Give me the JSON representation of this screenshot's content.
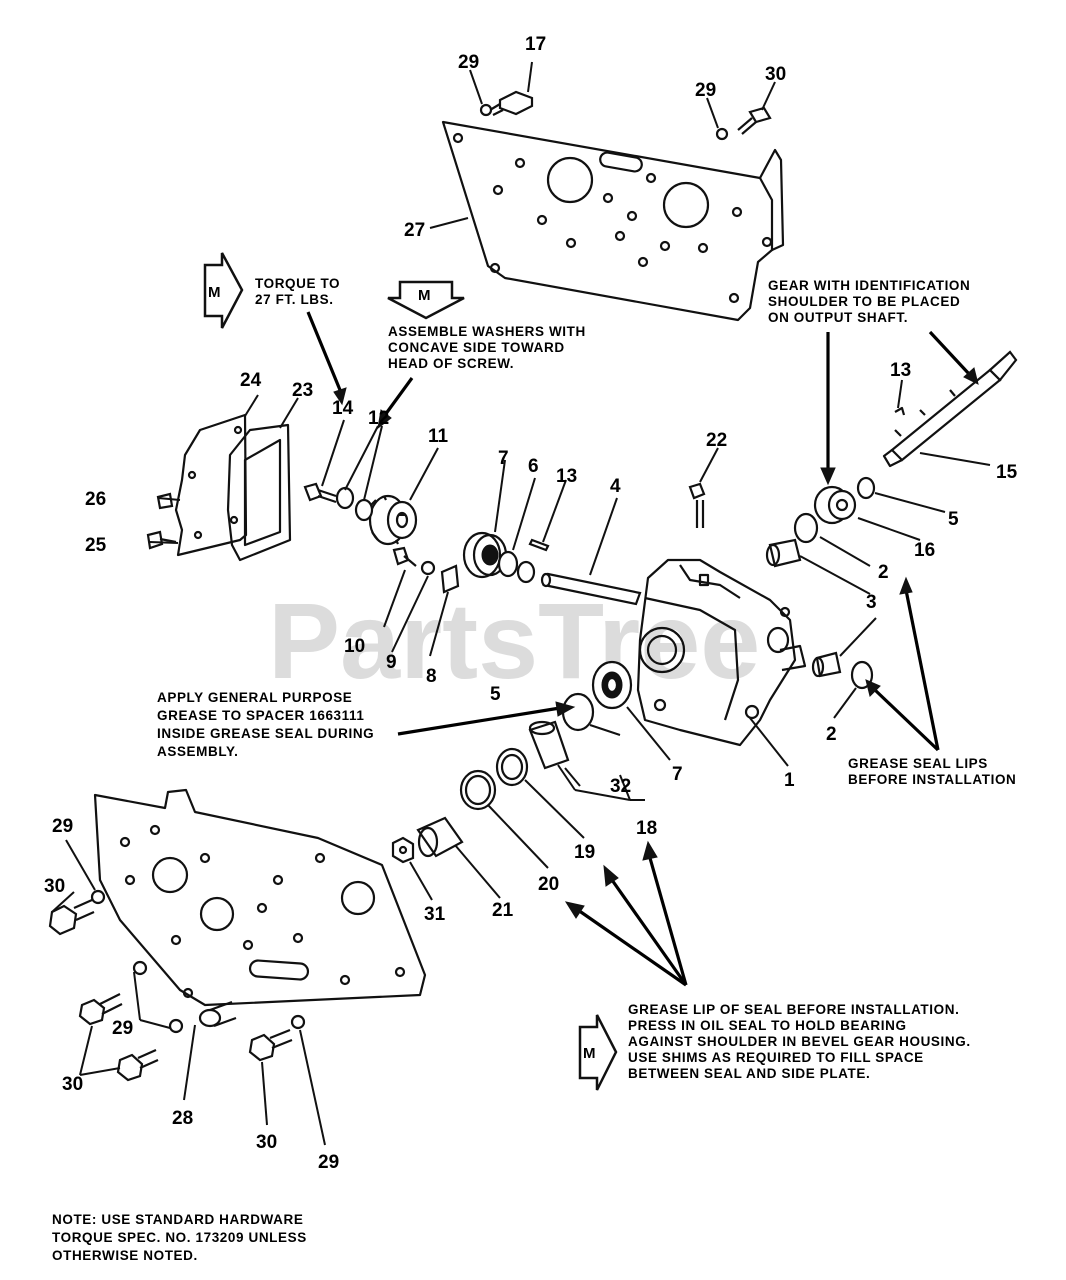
{
  "watermark": "PartsTree",
  "marker": "M",
  "callouts": {
    "c1": "1",
    "c2a": "2",
    "c2b": "2",
    "c3": "3",
    "c4": "4",
    "c5a": "5",
    "c5b": "5",
    "c6": "6",
    "c7a": "7",
    "c7b": "7",
    "c8": "8",
    "c9": "9",
    "c10": "10",
    "c11": "11",
    "c12": "12",
    "c13a": "13",
    "c13b": "13",
    "c14": "14",
    "c15": "15",
    "c16": "16",
    "c17": "17",
    "c18": "18",
    "c19": "19",
    "c20": "20",
    "c21": "21",
    "c22": "22",
    "c23": "23",
    "c24": "24",
    "c25": "25",
    "c26": "26",
    "c27": "27",
    "c28": "28",
    "c29a": "29",
    "c29b": "29",
    "c29c": "29",
    "c29d": "29",
    "c29e": "29",
    "c30a": "30",
    "c30b": "30",
    "c30c": "30",
    "c30d": "30",
    "c31": "31",
    "c32": "32"
  },
  "notes": {
    "torque": [
      "TORQUE TO",
      "27 FT. LBS."
    ],
    "washers": [
      "ASSEMBLE WASHERS WITH",
      "CONCAVE SIDE TOWARD",
      "HEAD OF SCREW."
    ],
    "gear": [
      "GEAR WITH IDENTIFICATION",
      "SHOULDER TO BE PLACED",
      "ON OUTPUT SHAFT."
    ],
    "spacer": [
      "APPLY GENERAL PURPOSE",
      "GREASE TO SPACER 1663111",
      "INSIDE GREASE SEAL DURING",
      "ASSEMBLY."
    ],
    "seal_lips": [
      "GREASE SEAL LIPS",
      "BEFORE INSTALLATION"
    ],
    "seal_lip": [
      "GREASE LIP OF SEAL BEFORE INSTALLATION.",
      "PRESS IN OIL SEAL TO HOLD BEARING",
      "AGAINST SHOULDER IN BEVEL GEAR HOUSING.",
      "USE SHIMS AS REQUIRED TO FILL SPACE",
      "BETWEEN SEAL AND SIDE PLATE."
    ],
    "hardware": [
      "NOTE: USE STANDARD HARDWARE",
      "TORQUE SPEC. NO. 173209 UNLESS",
      "OTHERWISE NOTED."
    ]
  }
}
